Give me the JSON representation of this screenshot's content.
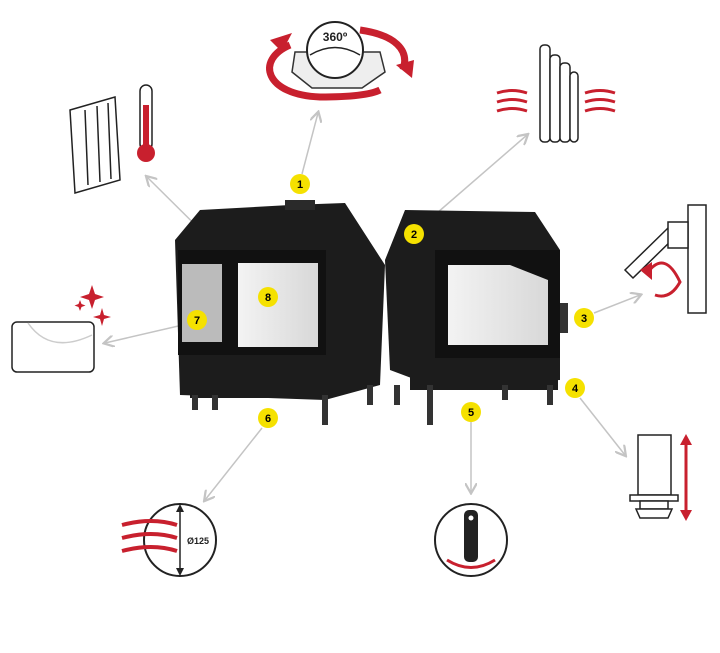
{
  "diagram": {
    "features": [
      {
        "number": "1",
        "icon": "rotating-flue-collar-icon",
        "caption": "360º"
      },
      {
        "number": "2",
        "icon": "air-channels-icon"
      },
      {
        "number": "3",
        "icon": "door-handle-icon"
      },
      {
        "number": "4",
        "icon": "adjustable-feet-icon"
      },
      {
        "number": "5",
        "icon": "air-regulator-icon"
      },
      {
        "number": "6",
        "icon": "external-air-intake-icon",
        "caption": "Ø125"
      },
      {
        "number": "7",
        "icon": "clean-glass-icon"
      },
      {
        "number": "8",
        "icon": "wall-temperature-icon"
      }
    ],
    "colors": {
      "marker": "#f5e100",
      "accent": "#c8202e",
      "arrow": "#c4c4c4",
      "body": "#1c1c1c"
    }
  }
}
